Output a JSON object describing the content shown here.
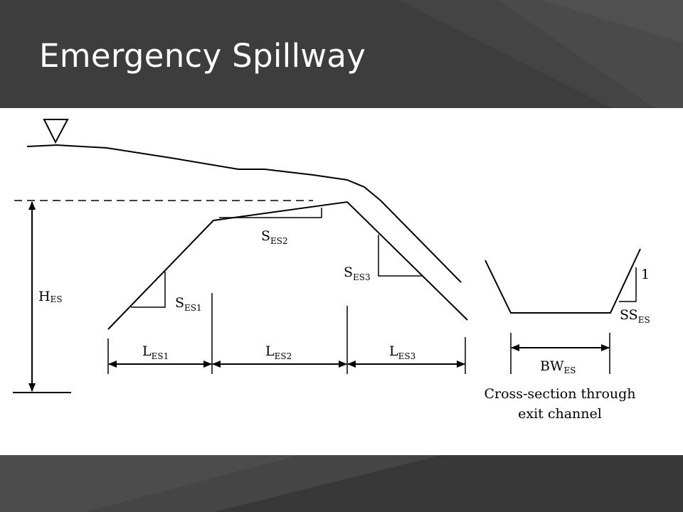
{
  "slide": {
    "title": "Emergency Spillway"
  },
  "diagram": {
    "labels": {
      "h_es": {
        "main": "H",
        "sub": "ES"
      },
      "s_es1": {
        "main": "S",
        "sub": "ES1"
      },
      "s_es2": {
        "main": "S",
        "sub": "ES2"
      },
      "s_es3": {
        "main": "S",
        "sub": "ES3"
      },
      "l_es1": {
        "main": "L",
        "sub": "ES1"
      },
      "l_es2": {
        "main": "L",
        "sub": "ES2"
      },
      "l_es3": {
        "main": "L",
        "sub": "ES3"
      },
      "bw_es": {
        "main": "BW",
        "sub": "ES"
      },
      "ss_es": {
        "main": "SS",
        "sub": "ES"
      },
      "slope_one": "1"
    },
    "caption": {
      "line1": "Cross-section through",
      "line2": "exit channel"
    }
  }
}
